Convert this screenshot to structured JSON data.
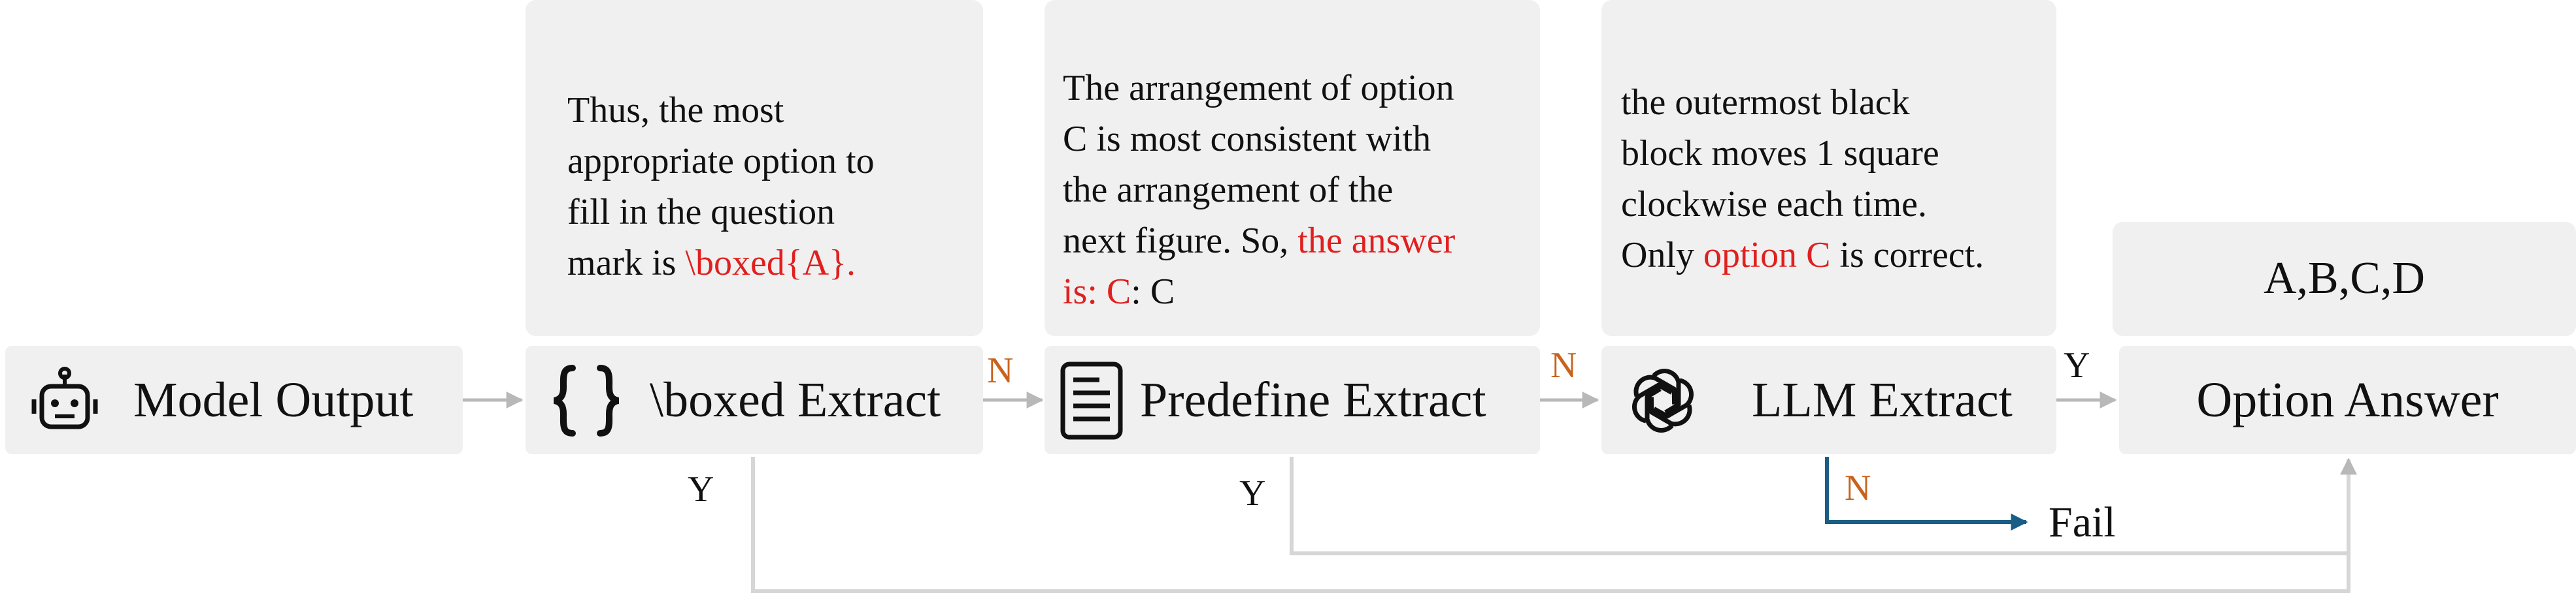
{
  "callouts": {
    "boxed": {
      "lines": [
        "Thus, the most",
        "appropriate option to",
        "fill in the question"
      ],
      "last_prefix": "mark is ",
      "last_highlight": "\\boxed{A}."
    },
    "predefine": {
      "lines": [
        "The arrangement of option",
        "C is most consistent with",
        "the arrangement of the"
      ],
      "line4_prefix": "next figure. So, ",
      "line4_highlight": "the answer",
      "line5_highlight": "is: C",
      "line5_suffix": ": C"
    },
    "llm": {
      "lines": [
        "the outermost black",
        "block moves 1 square",
        "clockwise each time."
      ],
      "last_prefix": "Only ",
      "last_highlight": "option C",
      "last_suffix": " is correct."
    },
    "options": "A,B,C,D"
  },
  "nodes": {
    "model_output": "Model Output",
    "boxed_extract": "\\boxed Extract",
    "predefine_extract": "Predefine Extract",
    "llm_extract": "LLM Extract",
    "option_answer": "Option Answer",
    "fail": "Fail"
  },
  "edges": {
    "n1": "N",
    "n2": "N",
    "y_llm": "Y",
    "y_boxed": "Y",
    "y_predefine": "Y",
    "n_llm": "N"
  },
  "icons": {
    "model_output": "robot-icon",
    "boxed_extract": "curly-braces-icon",
    "predefine_extract": "document-icon",
    "llm_extract": "openai-logo-icon"
  },
  "colors": {
    "card": "#f0f0f0",
    "highlight": "#e0201f",
    "n_label": "#c8621c",
    "fail_arrow": "#1a5e86",
    "arrow": "#b8b8b8"
  }
}
